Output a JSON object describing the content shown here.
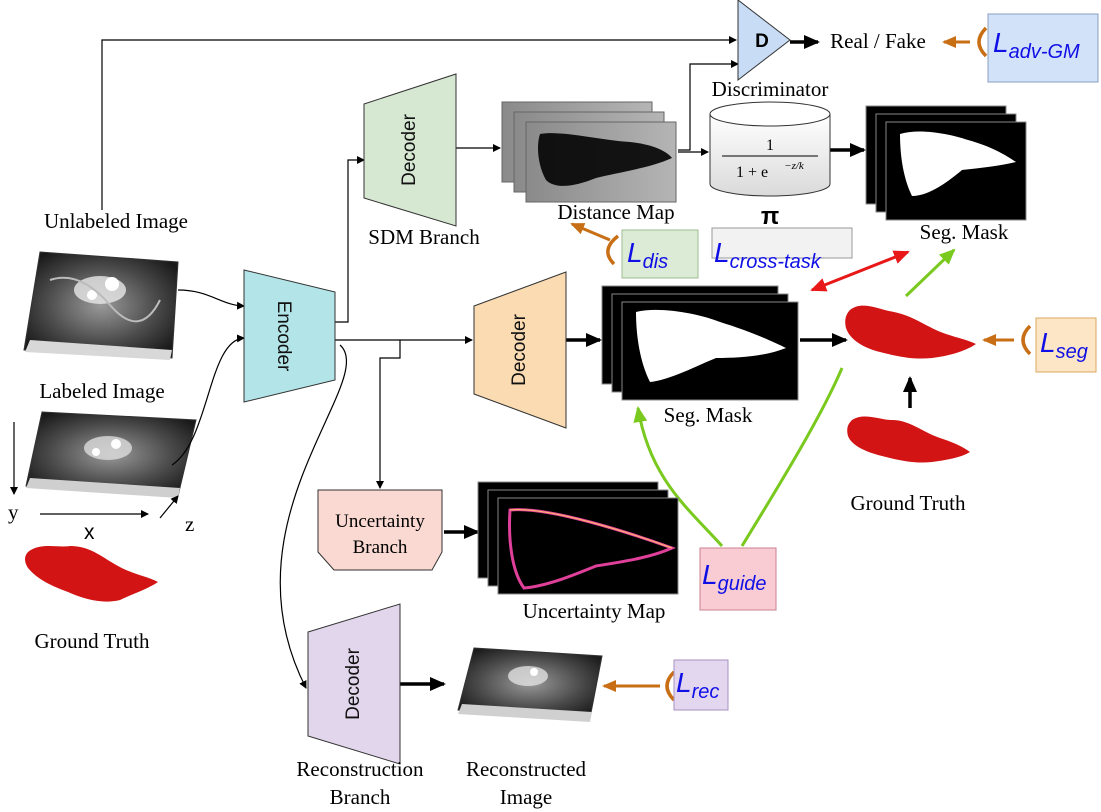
{
  "labels": {
    "unlabeled_image": "Unlabeled Image",
    "labeled_image": "Labeled Image",
    "ground_truth_left": "Ground Truth",
    "ground_truth_right": "Ground Truth",
    "sdm_branch": "SDM Branch",
    "distance_map": "Distance Map",
    "discriminator": "Discriminator",
    "real_fake": "Real / Fake",
    "seg_mask_top": "Seg. Mask",
    "seg_mask_mid": "Seg. Mask",
    "uncertainty_map": "Uncertainty Map",
    "reconstruction_branch_line1": "Reconstruction",
    "reconstruction_branch_line2": "Branch",
    "reconstructed_image_line1": "Reconstructed",
    "reconstructed_image_line2": "Image",
    "uncertainty_branch_line1": "Uncertainty",
    "uncertainty_branch_line2": "Branch",
    "axis_x": "x",
    "axis_y": "y",
    "axis_z": "z",
    "pi": "π"
  },
  "blocks": {
    "encoder": "Encoder",
    "decoder_sdm": "Decoder",
    "decoder_seg": "Decoder",
    "decoder_rec": "Decoder",
    "discriminator_d": "D"
  },
  "formula": {
    "numerator": "1",
    "denominator_base": "1 + e",
    "denominator_exp": "−z/k"
  },
  "losses": {
    "adv": {
      "main": "L",
      "sub": "adv-GM"
    },
    "dis": {
      "main": "L",
      "sub": "dis"
    },
    "cross": {
      "main": "L",
      "sub": "cross-task"
    },
    "seg": {
      "main": "L",
      "sub": "seg"
    },
    "guide": {
      "main": "L",
      "sub": "guide"
    },
    "rec": {
      "main": "L",
      "sub": "rec"
    }
  },
  "colors": {
    "encoder": "#b2e4e8",
    "decoder_sdm": "#d6e8d2",
    "decoder_seg": "#fadbb2",
    "decoder_rec": "#e2d6ec",
    "uncertainty_branch": "#fad9d2",
    "discriminator": "#c8dcf6",
    "loss_adv": "#d2e2f8",
    "loss_dis": "#dcebd5",
    "loss_seg": "#fde6c6",
    "loss_guide": "#f8ccd2",
    "loss_rec": "#e3d6ef",
    "loss_text": "#1010e6",
    "arrow_orange": "#c86e14",
    "arrow_green": "#7ac91e",
    "arrow_red": "#e81818",
    "organ_red": "#d21414"
  }
}
